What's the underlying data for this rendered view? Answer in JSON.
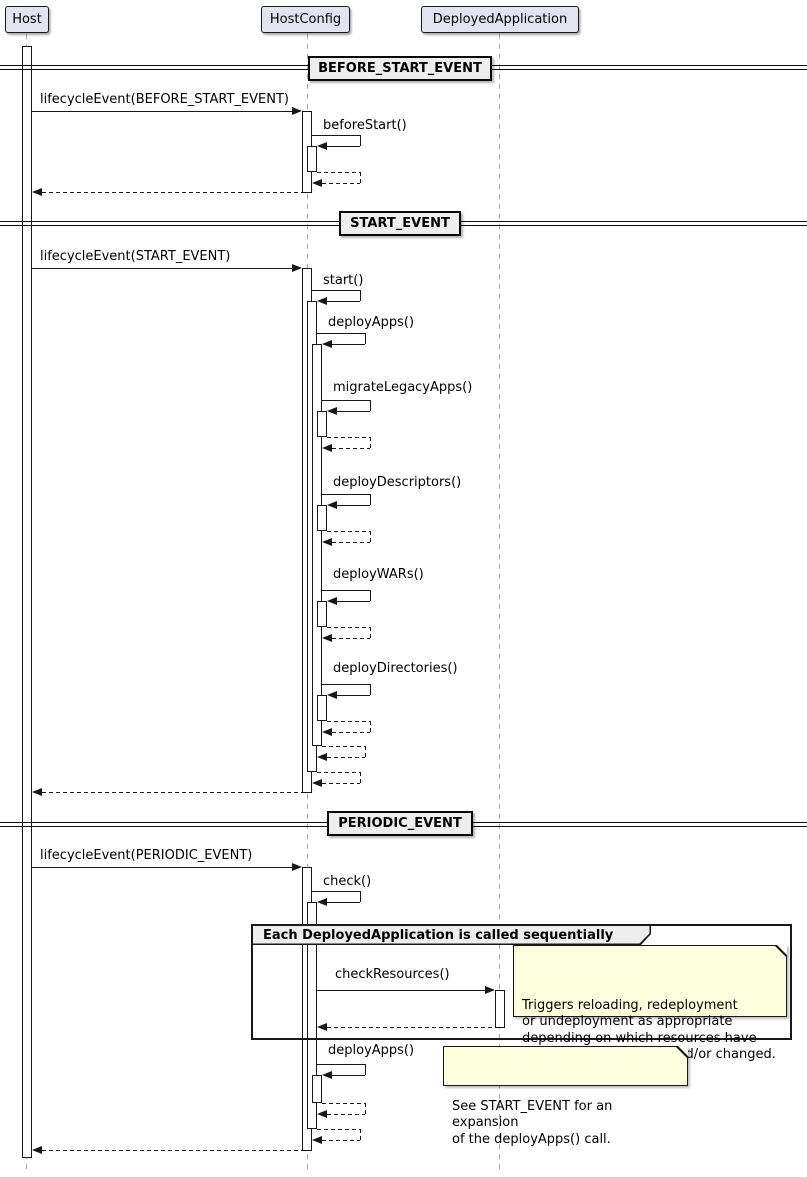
{
  "diagram_type": "UML sequence diagram",
  "participants": [
    {
      "name": "Host"
    },
    {
      "name": "HostConfig"
    },
    {
      "name": "DeployedApplication"
    }
  ],
  "sections": [
    {
      "divider_label": "BEFORE_START_EVENT",
      "messages": [
        {
          "label": "lifecycleEvent(BEFORE_START_EVENT)",
          "from": "Host",
          "to": "HostConfig",
          "kind": "call"
        },
        {
          "label": "beforeStart()",
          "from": "HostConfig",
          "to": "HostConfig",
          "kind": "self-call"
        }
      ]
    },
    {
      "divider_label": "START_EVENT",
      "messages": [
        {
          "label": "lifecycleEvent(START_EVENT)",
          "from": "Host",
          "to": "HostConfig",
          "kind": "call"
        },
        {
          "label": "start()",
          "from": "HostConfig",
          "to": "HostConfig",
          "kind": "self-call"
        },
        {
          "label": "deployApps()",
          "from": "HostConfig",
          "to": "HostConfig",
          "kind": "self-call"
        },
        {
          "label": "migrateLegacyApps()",
          "from": "HostConfig",
          "to": "HostConfig",
          "kind": "self-call"
        },
        {
          "label": "deployDescriptors()",
          "from": "HostConfig",
          "to": "HostConfig",
          "kind": "self-call"
        },
        {
          "label": "deployWARs()",
          "from": "HostConfig",
          "to": "HostConfig",
          "kind": "self-call"
        },
        {
          "label": "deployDirectories()",
          "from": "HostConfig",
          "to": "HostConfig",
          "kind": "self-call"
        }
      ]
    },
    {
      "divider_label": "PERIODIC_EVENT",
      "messages": [
        {
          "label": "lifecycleEvent(PERIODIC_EVENT)",
          "from": "Host",
          "to": "HostConfig",
          "kind": "call"
        },
        {
          "label": "check()",
          "from": "HostConfig",
          "to": "HostConfig",
          "kind": "self-call"
        },
        {
          "label": "checkResources()",
          "from": "HostConfig",
          "to": "DeployedApplication",
          "kind": "call"
        },
        {
          "label": "deployApps()",
          "from": "HostConfig",
          "to": "HostConfig",
          "kind": "self-call"
        }
      ],
      "group": {
        "label": "Each DeployedApplication is called sequentially"
      },
      "notes": [
        {
          "text": "Triggers reloading, redeployment\nor undeployment as appropriate\ndepending on which resources have\nbeen added, removed and/or changed."
        },
        {
          "text": "See START_EVENT for an expansion\nof the deployApps() call."
        }
      ]
    }
  ],
  "colors": {
    "participant_fill": "#E2E2F0",
    "note_fill": "#FEFFDD",
    "divider_fill": "#EEEEEE",
    "group_header_fill": "#EEEEEE",
    "line_color": "#181818",
    "lifeline_color": "#A8A8A8"
  }
}
